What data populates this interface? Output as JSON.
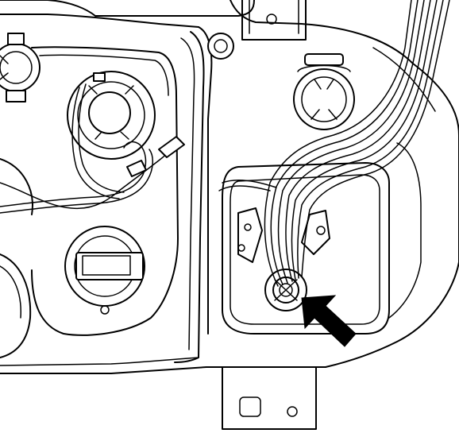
{
  "diagram": {
    "type": "technical-line-drawing",
    "subject": "rear-lamp-housing-wiring",
    "callout": {
      "shape": "arrow",
      "fill": "#000000",
      "points_to": "wire-grommet"
    }
  },
  "colors": {
    "line": "#000000",
    "background": "#ffffff",
    "arrow": "#000000"
  }
}
